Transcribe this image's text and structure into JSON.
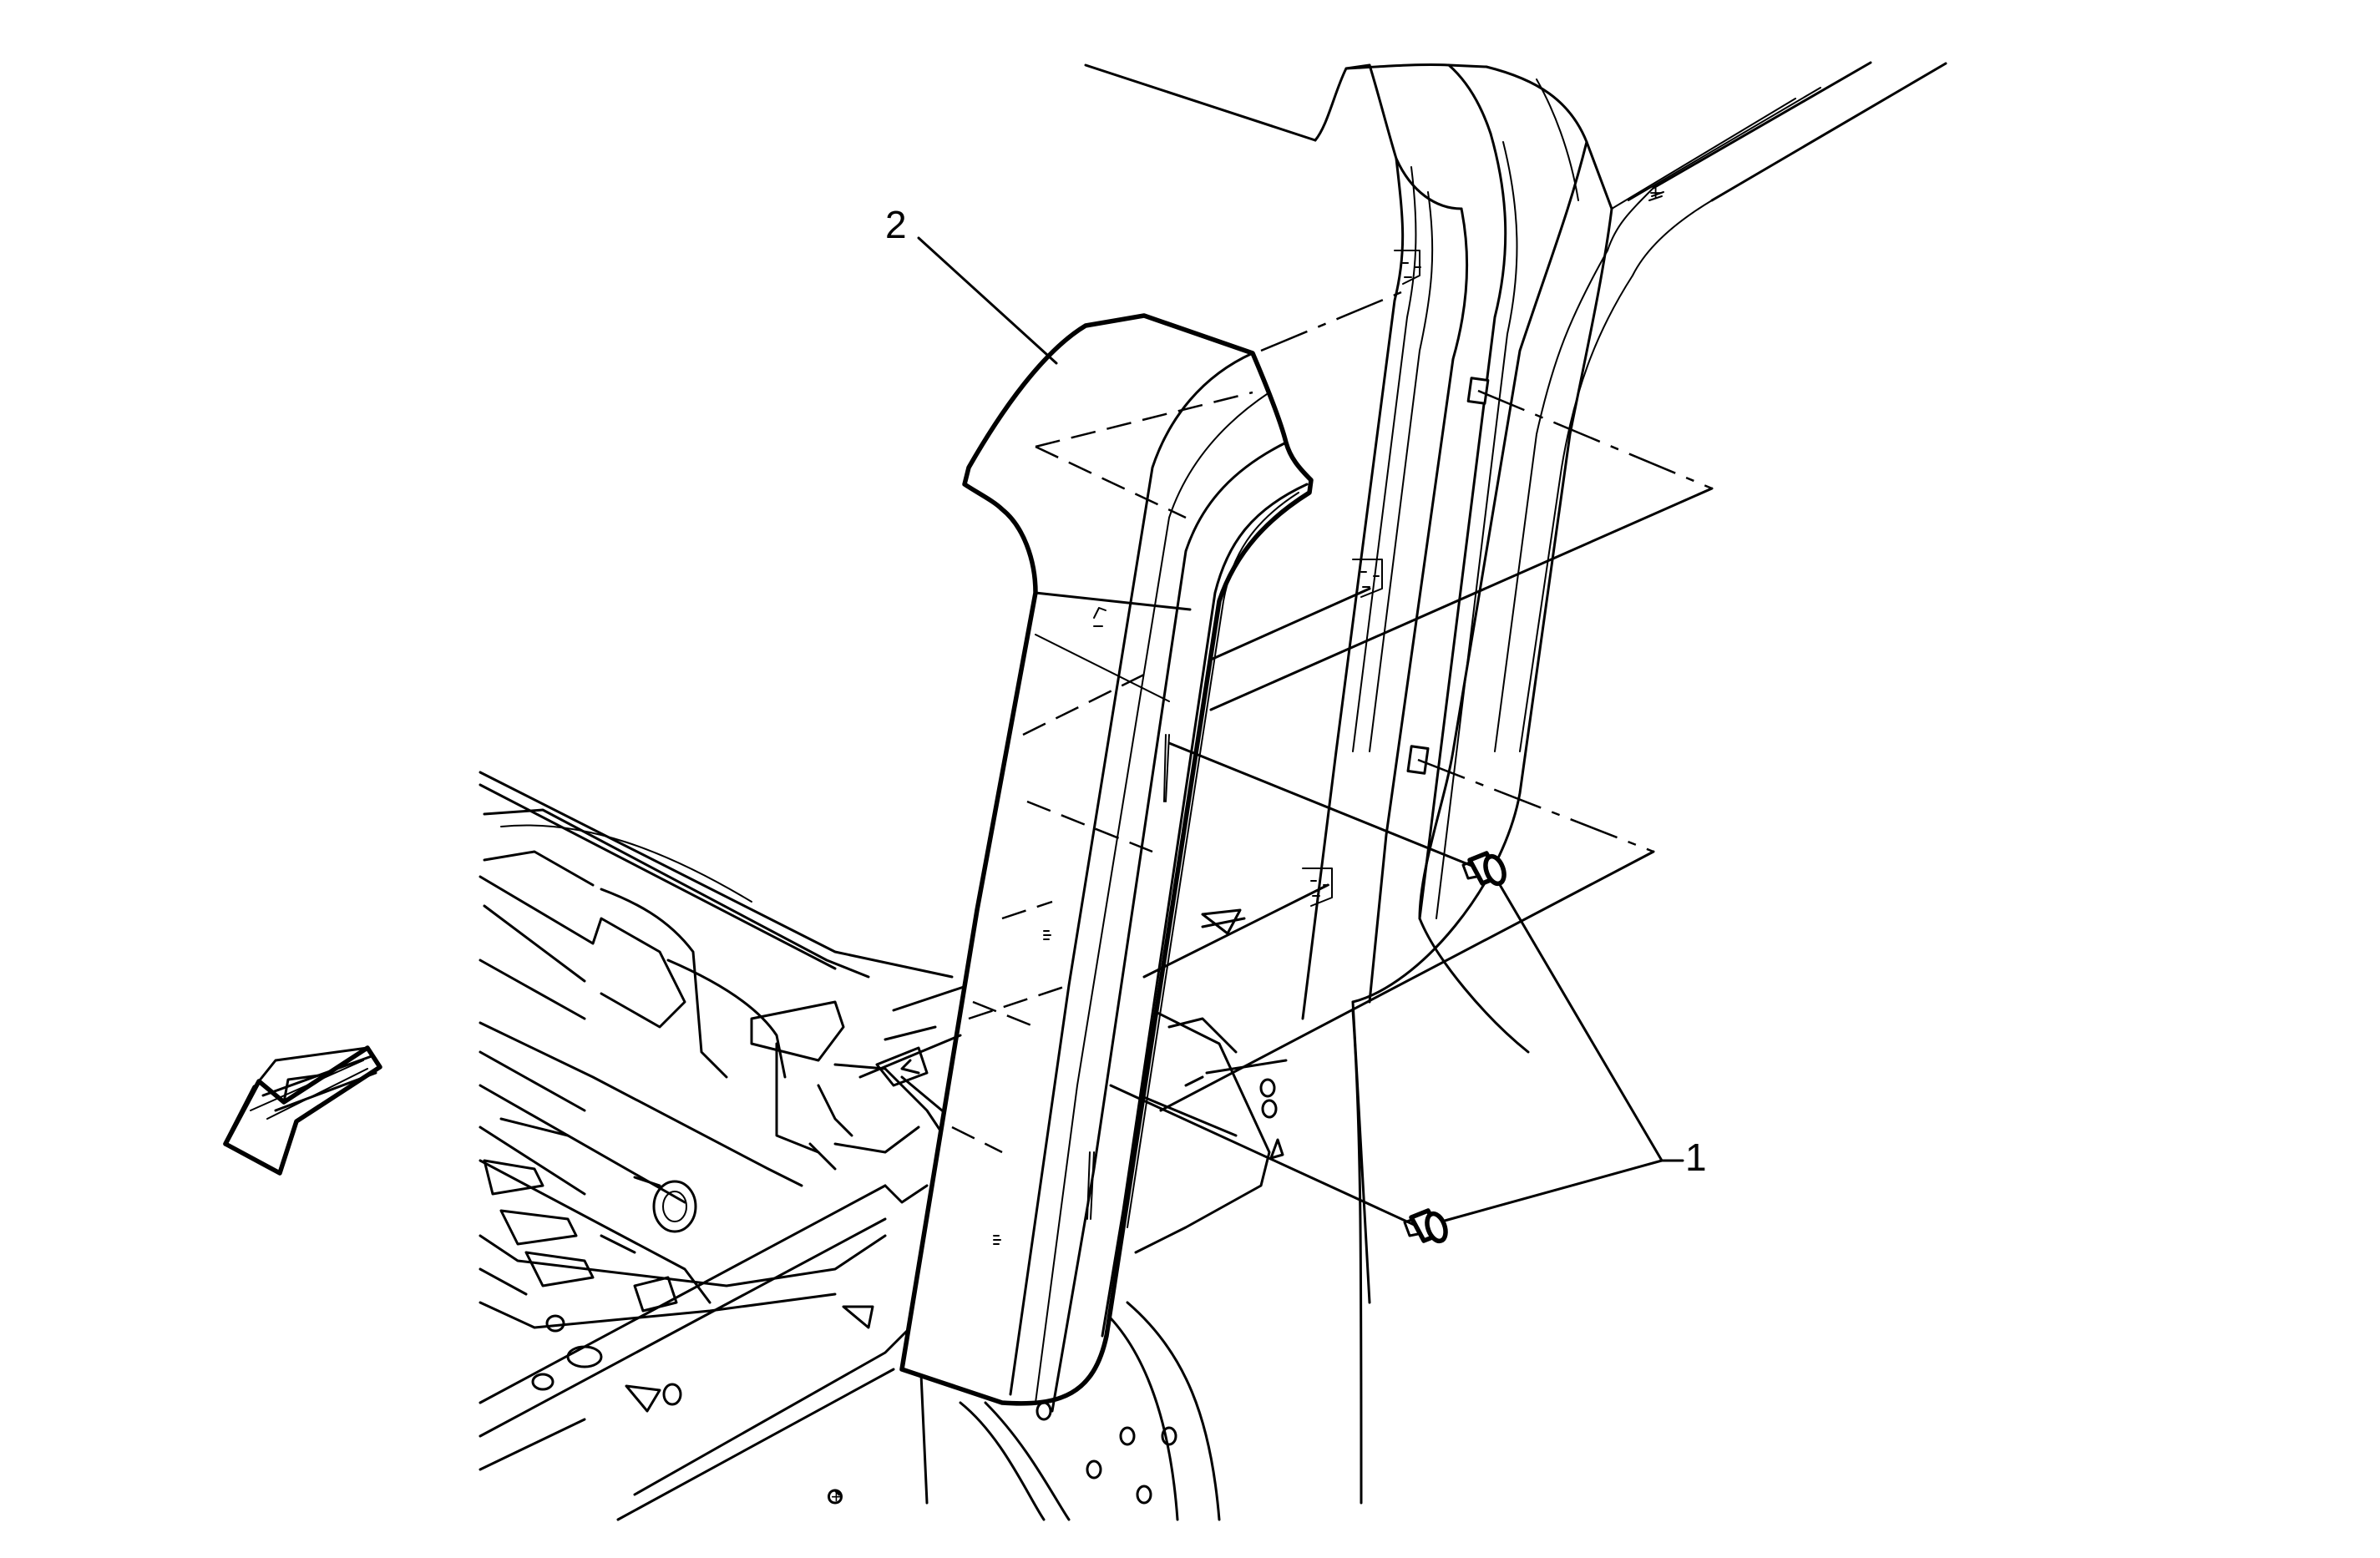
{
  "callouts": [
    {
      "id": "fastener",
      "label": "1"
    },
    {
      "id": "trim-panel",
      "label": "2"
    }
  ],
  "icons": {
    "direction_arrow": "front-direction-arrow-icon"
  },
  "colors": {
    "line": "#000000",
    "background": "#ffffff"
  }
}
